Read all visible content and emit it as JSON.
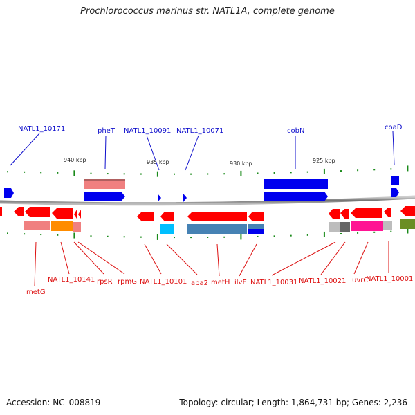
{
  "title": "Prochlorococcus marinus str. NATL1A, complete genome",
  "footer": {
    "accession": "Accession: NC_008819",
    "topology": "Topology: circular; Length: 1,864,731 bp; Genes: 2,236"
  },
  "colors": {
    "plus_strand": "#0000ee",
    "minus_strand": "#ff0000",
    "tick": "#1a8a1a",
    "backbone": "#888888",
    "plus_label": "#1010cc",
    "minus_label": "#dd1010"
  },
  "scale_labels": [
    {
      "text": "940 kbp",
      "kbp": 940
    },
    {
      "text": "935 kbp",
      "kbp": 935
    },
    {
      "text": "930 kbp",
      "kbp": 930
    },
    {
      "text": "925 kbp",
      "kbp": 925
    }
  ],
  "plus_genes": [
    {
      "name": "NATL1_10171"
    },
    {
      "name": "pheT"
    },
    {
      "name": "NATL1_10091"
    },
    {
      "name": "NATL1_10071"
    },
    {
      "name": "cobN"
    },
    {
      "name": "coaD"
    }
  ],
  "minus_genes": [
    {
      "name": "metG"
    },
    {
      "name": "NATL1_10141"
    },
    {
      "name": "rpsR"
    },
    {
      "name": "rpmG"
    },
    {
      "name": "NATL1_10101"
    },
    {
      "name": "apa2"
    },
    {
      "name": "metH"
    },
    {
      "name": "ilvE"
    },
    {
      "name": "NATL1_10031"
    },
    {
      "name": "NATL1_10021"
    },
    {
      "name": "uvrC"
    },
    {
      "name": "NATL1_10001"
    }
  ],
  "feature_colors_plus": [
    "#f08080",
    "#0000ee"
  ],
  "feature_colors_minus": [
    "#f08080",
    "#ff8c00",
    "#00bfff",
    "#4682b4",
    "#0000ee",
    "#bdbdbd",
    "#666666",
    "#ff1493",
    "#6b8e23"
  ]
}
